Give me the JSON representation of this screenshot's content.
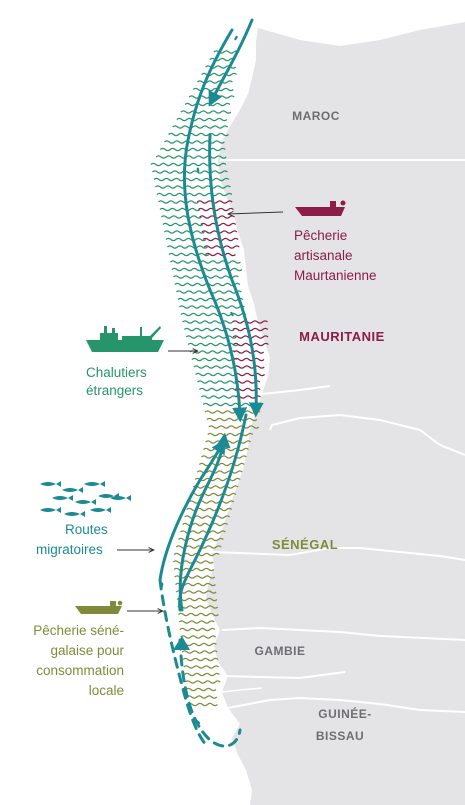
{
  "countries": {
    "maroc": "MAROC",
    "mauritanie": "MAURITANIE",
    "senegal": "SÉNÉGAL",
    "gambie": "GAMBIE",
    "guinee_bissau_1": "GUINÉE-",
    "guinee_bissau_2": "BISSAU"
  },
  "legend": {
    "artisanal": [
      "Pêcherie",
      "artisanale",
      "Maurtanienne"
    ],
    "trawlers": [
      "Chalutiers",
      "étrangers"
    ],
    "routes": [
      "Routes",
      "migratoires"
    ],
    "local": [
      "Pêcherie séné-",
      "galaise pour",
      "consommation",
      "locale"
    ]
  },
  "colors": {
    "land": "#e4e4e6",
    "border": "#ffffff",
    "teal": "#1c8a93",
    "green": "#26956b",
    "maroon": "#8b1d47",
    "olive": "#7f8b3a",
    "country_label": "#6e6e72"
  },
  "icons": {
    "artisanal": "boat-icon",
    "trawlers": "trawler-icon",
    "routes": "fish-school-icon",
    "local": "boat-icon"
  }
}
